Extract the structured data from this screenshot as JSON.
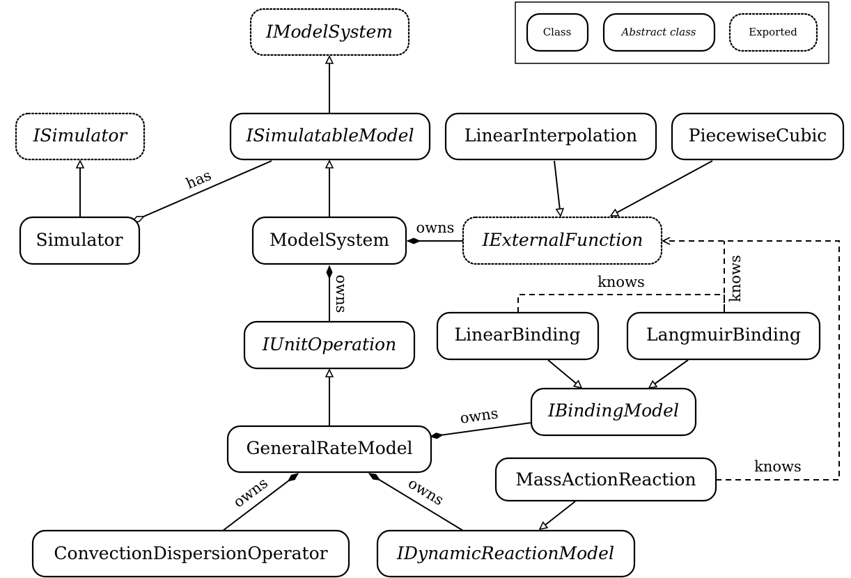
{
  "legend": {
    "class_label": "Class",
    "abstract_label": "Abstract class",
    "exported_label": "Exported"
  },
  "nodes": {
    "imodelsystem": "IModelSystem",
    "isimulator": "ISimulator",
    "isimulatablemodel": "ISimulatableModel",
    "linearinterpolation": "LinearInterpolation",
    "piecewisecubic": "PiecewiseCubic",
    "simulator": "Simulator",
    "modelsystem": "ModelSystem",
    "iexternalfunction": "IExternalFunction",
    "iunitoperation": "IUnitOperation",
    "linearbinding": "LinearBinding",
    "langmuirbinding": "LangmuirBinding",
    "ibindingmodel": "IBindingModel",
    "generalratemodel": "GeneralRateModel",
    "massactionreaction": "MassActionReaction",
    "convectiondispersionoperator": "ConvectionDispersionOperator",
    "idynamicreactionmodel": "IDynamicReactionModel"
  },
  "edge_labels": {
    "has": "has",
    "owns_external": "owns",
    "owns_unitop": "owns",
    "knows_linear": "knows",
    "knows_langmuir": "knows",
    "owns_binding": "owns",
    "knows_massaction": "knows",
    "owns_convection": "owns",
    "owns_reaction": "owns"
  }
}
